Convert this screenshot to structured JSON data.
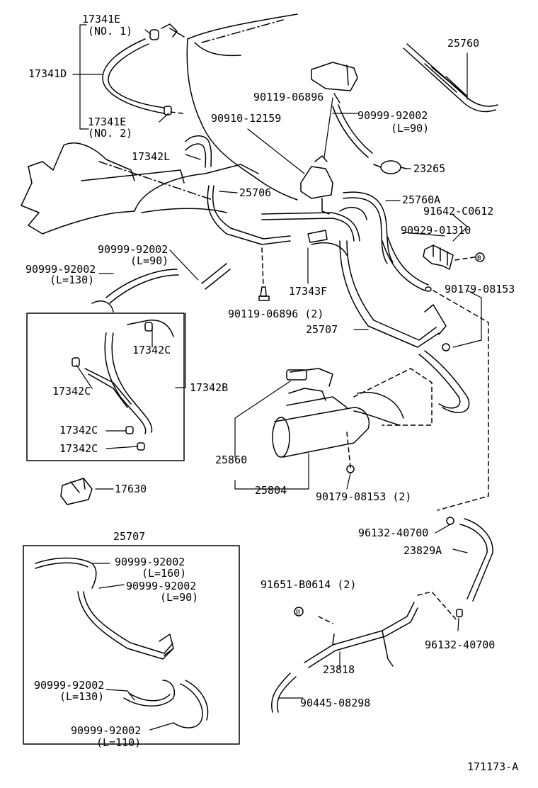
{
  "colors": {
    "ink": "#000000",
    "paper": "#ffffff"
  },
  "labels": {
    "l1": "17341E",
    "l2": "(NO. 1)",
    "l3": "17341D",
    "l4": "17341E",
    "l5": "(NO. 2)",
    "l6": "25760",
    "l7": "90119-06896",
    "l8": "90999-92002",
    "l9": "(L=90)",
    "l10": "90910-12159",
    "l11": "17342L",
    "l12": "23265",
    "l13": "25706",
    "l14": "25760A",
    "l15": "91642-C0612",
    "l16": "90929-01310",
    "l17": "90999-92002",
    "l18": "(L=90)",
    "l19": "90999-92002",
    "l20": "(L=130)",
    "l21": "17343F",
    "l22": "90179-08153",
    "l23": "90119-06896 (2)",
    "l24": "25707",
    "l25": "17342C",
    "l26": "17342B",
    "l27": "17342C",
    "l28": "17342C",
    "l29": "17342C",
    "l30": "25860",
    "l31": "25804",
    "l32": "90179-08153 (2)",
    "l33": "17630",
    "l34": "25707",
    "l35": "90999-92002",
    "l36": "(L=160)",
    "l37": "90999-92002",
    "l38": "(L=90)",
    "l39": "96132-40700",
    "l40": "23829A",
    "l41": "91651-B0614 (2)",
    "l42": "90999-92002",
    "l43": "(L=130)",
    "l44": "96132-40700",
    "l45": "23818",
    "l46": "90999-92002",
    "l47": "(L=110)",
    "l48": "90445-08298",
    "l49": "171173-A"
  }
}
